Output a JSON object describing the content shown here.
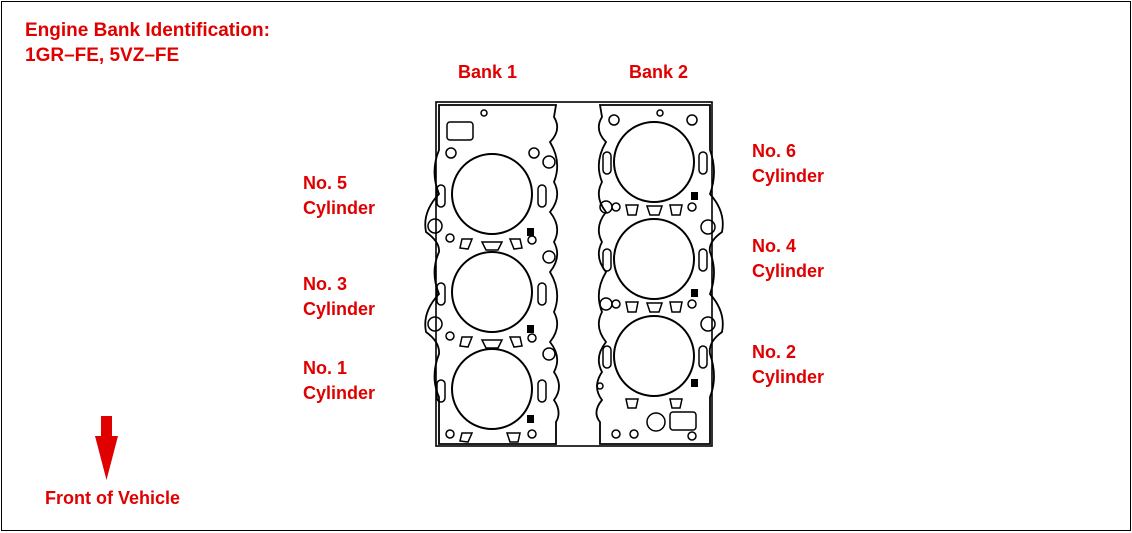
{
  "title_line1": "Engine Bank Identification:",
  "title_line2": "1GR–FE, 5VZ–FE",
  "bank1": "Bank 1",
  "bank2": "Bank 2",
  "cylinders": {
    "no5": [
      "No. 5",
      "Cylinder"
    ],
    "no3": [
      "No. 3",
      "Cylinder"
    ],
    "no1": [
      "No. 1",
      "Cylinder"
    ],
    "no6": [
      "No. 6",
      "Cylinder"
    ],
    "no4": [
      "No. 4",
      "Cylinder"
    ],
    "no2": [
      "No. 2",
      "Cylinder"
    ]
  },
  "front_label": "Front of Vehicle",
  "colors": {
    "label": "#e00000",
    "line": "#000000"
  },
  "icons": [
    "down-arrow-icon"
  ]
}
